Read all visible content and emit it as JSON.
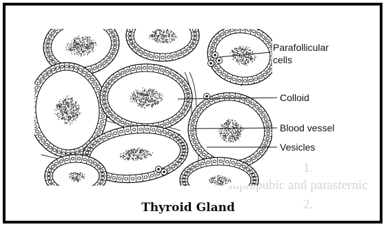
{
  "diagram": {
    "caption": "Thyroid Gland",
    "labels": {
      "parafollicular_line1": "Parafollicular",
      "parafollicular_line2": "cells",
      "colloid": "Colloid",
      "blood_vessel": "Blood vessel",
      "vesicles": "Vesicles"
    },
    "bleed_through_text": [
      "1.",
      "suprapubic and parasternic",
      "2."
    ]
  },
  "colors": {
    "frame": "#000000",
    "ink": "#111111",
    "stipple": "#222222",
    "bleed_through": "#d4d4d4"
  }
}
